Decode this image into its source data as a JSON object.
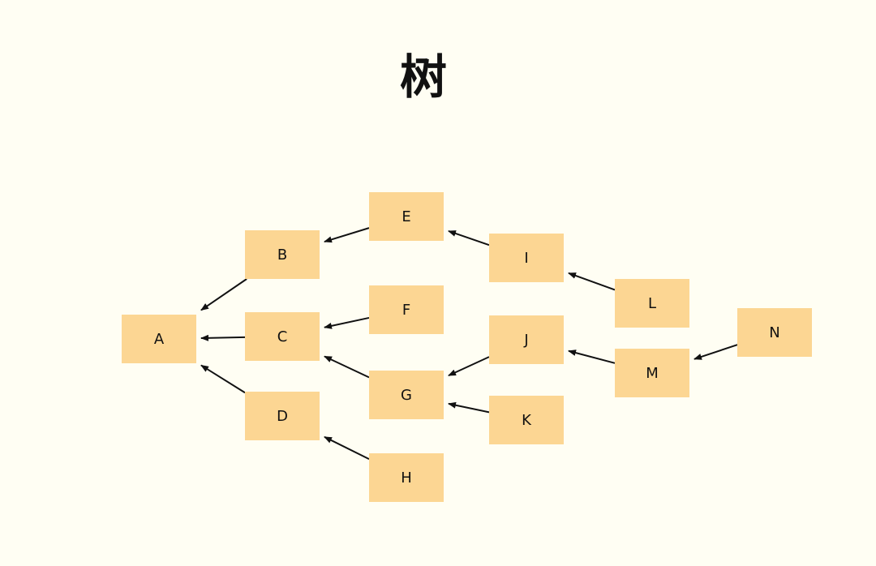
{
  "title": "树",
  "colors": {
    "background": "#fffef3",
    "node_fill": "#fcd693",
    "edge": "#111111",
    "text": "#111111"
  },
  "nodes": [
    {
      "id": "A",
      "label": "A"
    },
    {
      "id": "B",
      "label": "B"
    },
    {
      "id": "C",
      "label": "C"
    },
    {
      "id": "D",
      "label": "D"
    },
    {
      "id": "E",
      "label": "E"
    },
    {
      "id": "F",
      "label": "F"
    },
    {
      "id": "G",
      "label": "G"
    },
    {
      "id": "H",
      "label": "H"
    },
    {
      "id": "I",
      "label": "I"
    },
    {
      "id": "J",
      "label": "J"
    },
    {
      "id": "K",
      "label": "K"
    },
    {
      "id": "L",
      "label": "L"
    },
    {
      "id": "M",
      "label": "M"
    },
    {
      "id": "N",
      "label": "N"
    }
  ],
  "edges": [
    {
      "from": "B",
      "to": "A"
    },
    {
      "from": "C",
      "to": "A"
    },
    {
      "from": "D",
      "to": "A"
    },
    {
      "from": "E",
      "to": "B"
    },
    {
      "from": "F",
      "to": "C"
    },
    {
      "from": "G",
      "to": "C"
    },
    {
      "from": "H",
      "to": "D"
    },
    {
      "from": "I",
      "to": "E"
    },
    {
      "from": "J",
      "to": "G"
    },
    {
      "from": "K",
      "to": "G"
    },
    {
      "from": "L",
      "to": "I"
    },
    {
      "from": "M",
      "to": "J"
    },
    {
      "from": "N",
      "to": "M"
    }
  ]
}
